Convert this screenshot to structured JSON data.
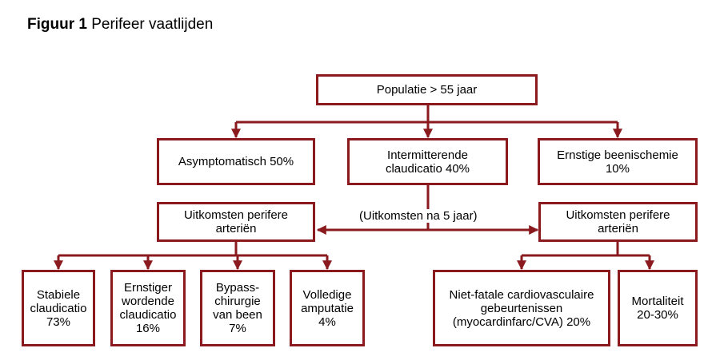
{
  "title": {
    "prefix": "Figuur 1",
    "text": "Perifeer vaatlijden"
  },
  "colors": {
    "accent": "#8B1A1F"
  },
  "boxes": {
    "population": "Populatie > 55 jaar",
    "asymptomatic": "Asymptomatisch 50%",
    "claudication": "Intermitterende\nclaudicatio 40%",
    "ischemia": "Ernstige beenischemie\n10%",
    "outcomes_arteries_left": "Uitkomsten perifere\narteriën",
    "outcomes_arteries_right": "Uitkomsten perifere\narteriën",
    "stable": "Stabiele\nclaudicatio\n73%",
    "worsening": "Ernstiger\nwordende\nclaudicatio\n16%",
    "bypass": "Bypass-\nchirurgie\nvan been\n7%",
    "amputation": "Volledige\namputatie\n4%",
    "cardiovascular": "Niet-fatale cardiovasculaire\ngebeurtenissen\n(myocardinfarc/CVA) 20%",
    "mortality": "Mortaliteit\n20-30%"
  },
  "annotation": "(Uitkomsten na 5 jaar)"
}
